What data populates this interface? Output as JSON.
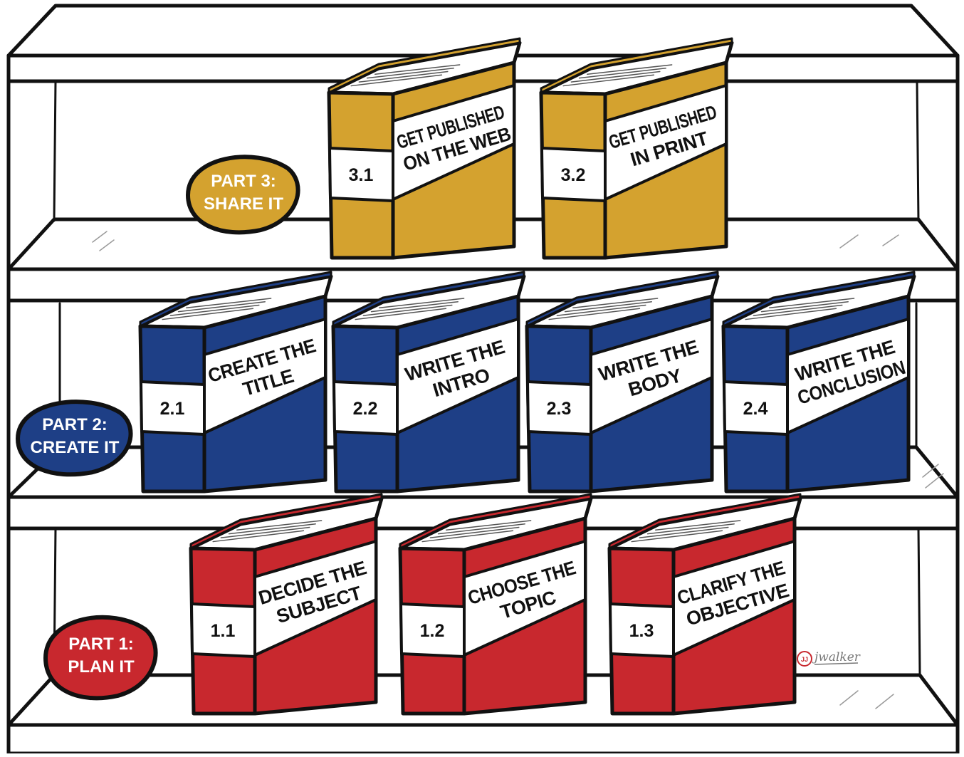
{
  "theme": {
    "gold": "#D4A22F",
    "blue": "#1E3F86",
    "red": "#C8282E",
    "shelf_gray": "#C8C8C8",
    "outline": "#111111",
    "label_bg": "#FFFFFF"
  },
  "shelves": [
    {
      "part": {
        "line1": "PART 3:",
        "line2": "SHARE IT",
        "color": "gold"
      },
      "books": [
        {
          "num": "3.1",
          "line1": "GET PUBLISHED",
          "line2": "ON THE WEB"
        },
        {
          "num": "3.2",
          "line1": "GET PUBLISHED",
          "line2": "IN PRINT"
        }
      ]
    },
    {
      "part": {
        "line1": "PART 2:",
        "line2": "CREATE IT",
        "color": "blue"
      },
      "books": [
        {
          "num": "2.1",
          "line1": "CREATE THE",
          "line2": "TITLE"
        },
        {
          "num": "2.2",
          "line1": "WRITE THE",
          "line2": "INTRO"
        },
        {
          "num": "2.3",
          "line1": "WRITE THE",
          "line2": "BODY"
        },
        {
          "num": "2.4",
          "line1": "WRITE THE",
          "line2": "CONCLUSION"
        }
      ]
    },
    {
      "part": {
        "line1": "PART 1:",
        "line2": "PLAN IT",
        "color": "red"
      },
      "books": [
        {
          "num": "1.1",
          "line1": "DECIDE THE",
          "line2": "SUBJECT"
        },
        {
          "num": "1.2",
          "line1": "CHOOSE THE",
          "line2": "TOPIC"
        },
        {
          "num": "1.3",
          "line1": "CLARIFY THE",
          "line2": "OBJECTIVE"
        }
      ]
    }
  ],
  "signature": {
    "mark": "JJ",
    "name": "jwalker"
  }
}
